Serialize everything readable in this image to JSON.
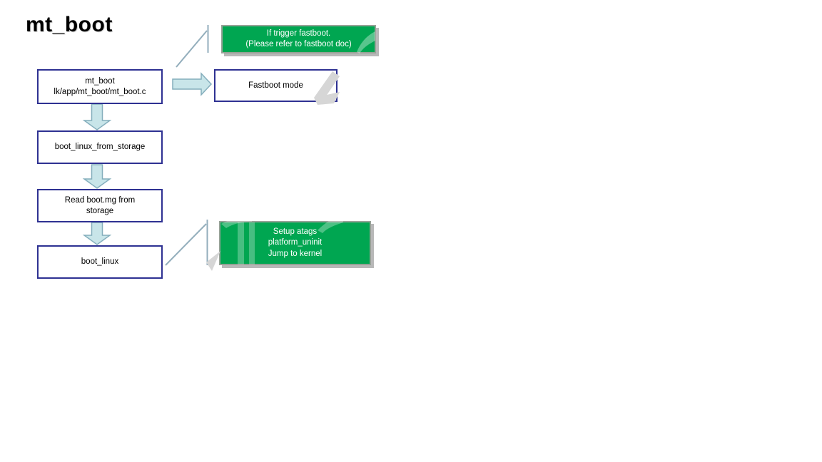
{
  "title": "mt_boot",
  "colors": {
    "box_border": "#2E3192",
    "green_fill": "#00A651",
    "green_border": "#97A297",
    "arrow_fill": "#C8E5E9",
    "arrow_stroke": "#84AEBC",
    "callout_line": "#93AEBC",
    "watermark": "#D6D6D6",
    "shadow": "#B8B8B8"
  },
  "watermark": {
    "color": "#D6D6D6",
    "text_legible": false
  },
  "flowchart": {
    "process_boxes": [
      {
        "name": "mt_boot",
        "lines": [
          "mt_boot",
          "lk/app/mt_boot/mt_boot.c"
        ]
      },
      {
        "name": "boot_linux_from_storage",
        "lines": [
          "boot_linux_from_storage"
        ]
      },
      {
        "name": "read_boot_img",
        "lines": [
          "Read boot.mg from",
          "storage"
        ]
      },
      {
        "name": "boot_linux",
        "lines": [
          "boot_linux"
        ]
      },
      {
        "name": "fastboot_mode",
        "lines": [
          "Fastboot mode"
        ]
      }
    ],
    "annotations": [
      {
        "name": "fastboot_note",
        "lines": [
          "If trigger fastboot.",
          "(Please refer to fastboot doc)"
        ]
      },
      {
        "name": "boot_linux_note",
        "lines": [
          "Setup atags",
          "platform_uninit",
          "Jump to kernel"
        ]
      }
    ],
    "connectors": [
      {
        "name": "block-arrow-right",
        "from": "mt_boot",
        "to": "fastboot_mode"
      },
      {
        "name": "block-arrow-down-1",
        "from": "mt_boot",
        "to": "boot_linux_from_storage"
      },
      {
        "name": "block-arrow-down-2",
        "from": "boot_linux_from_storage",
        "to": "read_boot_img"
      },
      {
        "name": "block-arrow-down-3",
        "from": "read_boot_img",
        "to": "boot_linux"
      },
      {
        "name": "leader-line-1",
        "from": "mt_boot",
        "to": "fastboot_note"
      },
      {
        "name": "leader-line-2",
        "from": "boot_linux",
        "to": "boot_linux_note"
      }
    ]
  }
}
